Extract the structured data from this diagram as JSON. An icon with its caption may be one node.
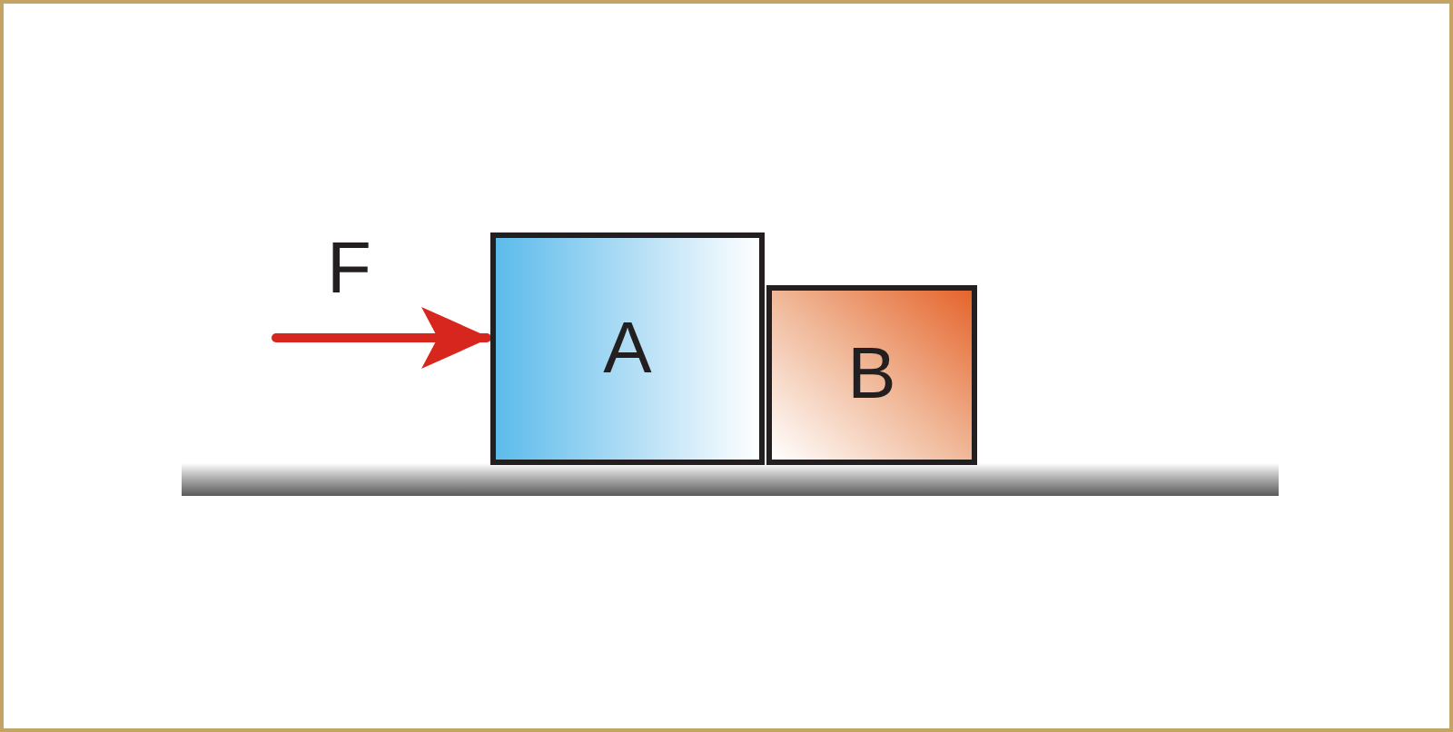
{
  "diagram": {
    "nodes": [
      {
        "text": [
          "A"
        ]
      },
      {
        "text": [
          "B"
        ]
      }
    ],
    "labels": [
      "F"
    ]
  }
}
